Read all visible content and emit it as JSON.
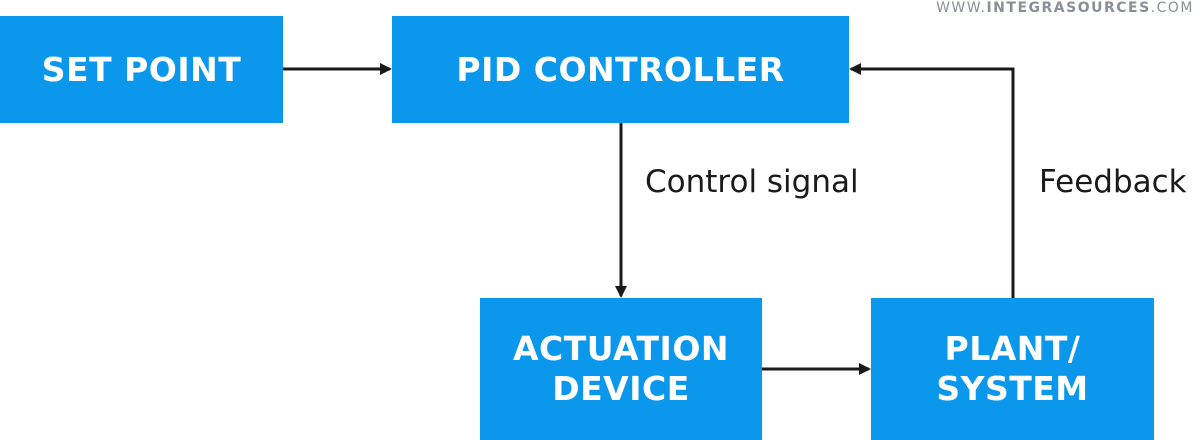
{
  "watermark": {
    "prefix": "WWW.",
    "brand": "INTEGRASOURCES",
    "suffix": ".COM"
  },
  "blocks": {
    "set_point": {
      "lines": [
        "SET POINT"
      ]
    },
    "pid_controller": {
      "lines": [
        "PID CONTROLLER"
      ]
    },
    "actuation_device": {
      "lines": [
        "ACTUATION",
        "DEVICE"
      ]
    },
    "plant_system": {
      "lines": [
        "PLANT/",
        "SYSTEM"
      ]
    }
  },
  "edges": {
    "control_signal": "Control signal",
    "feedback": "Feedback"
  },
  "colors": {
    "block_fill": "#0b97ec",
    "block_text": "#ffffff",
    "arrow": "#1a1a1a"
  }
}
